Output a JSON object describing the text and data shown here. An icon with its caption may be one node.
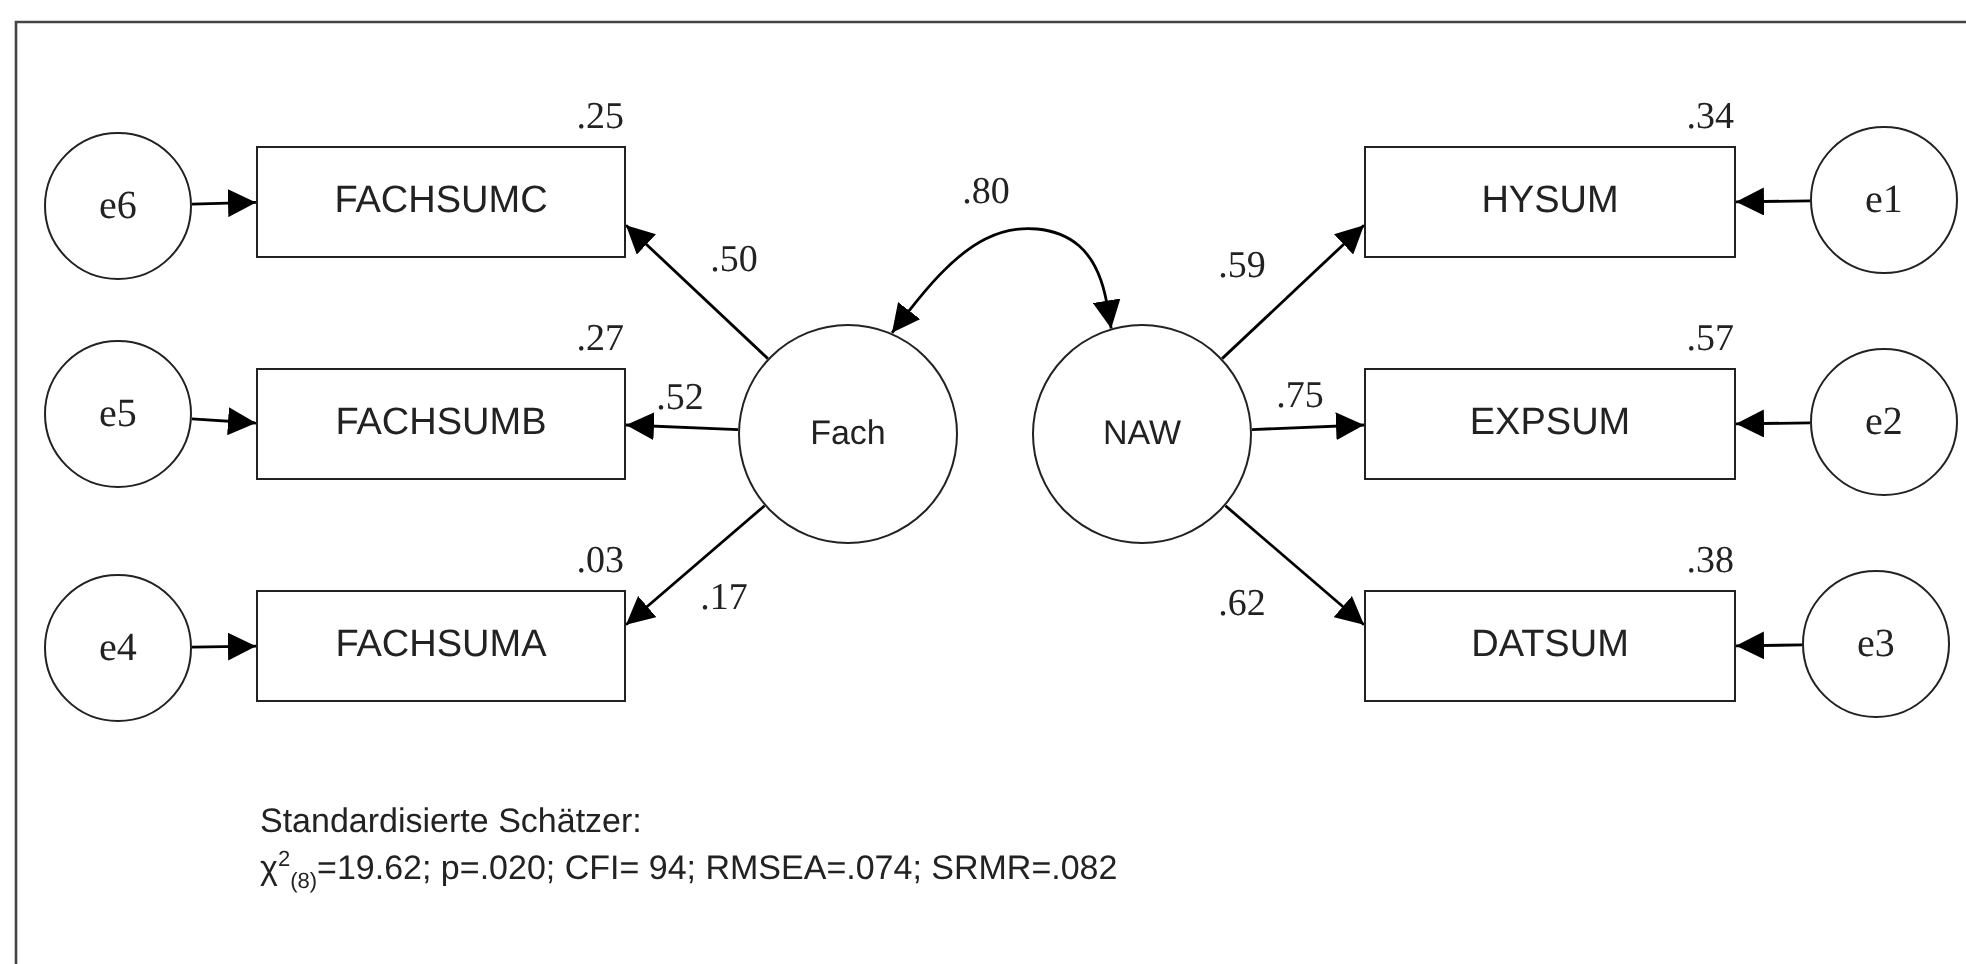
{
  "diagram": {
    "nodes": [
      {
        "text": [
          "e6"
        ]
      },
      {
        "text": [
          "FACHSUMC"
        ],
        "beside": [
          ".25"
        ]
      },
      {
        "text": [
          "HYSUM"
        ],
        "beside": [
          ".34"
        ]
      },
      {
        "text": [
          "e1"
        ]
      },
      {
        "text": [
          "e5"
        ]
      },
      {
        "text": [
          "FACHSUMB"
        ],
        "beside": [
          ".27"
        ]
      },
      {
        "text": [
          "Fach"
        ]
      },
      {
        "text": [
          "NAW"
        ]
      },
      {
        "text": [
          "EXPSUM"
        ],
        "beside": [
          ".57"
        ]
      },
      {
        "text": [
          "e2"
        ]
      },
      {
        "text": [
          "e4"
        ]
      },
      {
        "text": [
          "FACHSUMA"
        ],
        "beside": [
          ".03"
        ]
      },
      {
        "text": [
          "DATSUM"
        ],
        "beside": [
          ".38"
        ]
      },
      {
        "text": [
          "e3"
        ]
      }
    ],
    "edges": [
      {
        "from": 0,
        "to": 1,
        "arrow": "to"
      },
      {
        "from": 6,
        "to": 1,
        "arrow": "to",
        "label": ".50"
      },
      {
        "from": 6,
        "to": 7,
        "arrow": "both",
        "label": ".80"
      },
      {
        "from": 7,
        "to": 2,
        "arrow": "to",
        "label": ".59"
      },
      {
        "from": 3,
        "to": 2,
        "arrow": "to"
      },
      {
        "from": 4,
        "to": 5,
        "arrow": "to"
      },
      {
        "from": 6,
        "to": 5,
        "arrow": "to",
        "label": ".52"
      },
      {
        "from": 7,
        "to": 8,
        "arrow": "to",
        "label": ".75"
      },
      {
        "from": 9,
        "to": 8,
        "arrow": "to"
      },
      {
        "from": 10,
        "to": 11,
        "arrow": "to"
      },
      {
        "from": 6,
        "to": 11,
        "arrow": "to",
        "label": ".17"
      },
      {
        "from": 7,
        "to": 12,
        "arrow": "to",
        "label": ".62"
      },
      {
        "from": 13,
        "to": 12,
        "arrow": "to"
      }
    ],
    "labels": [
      "Standardisierte Schätzer:",
      "χ$^{2}$$_{(8)}$=19.62; p=.020; CFI= 94; RMSEA=.074; SRMR=.082"
    ]
  }
}
